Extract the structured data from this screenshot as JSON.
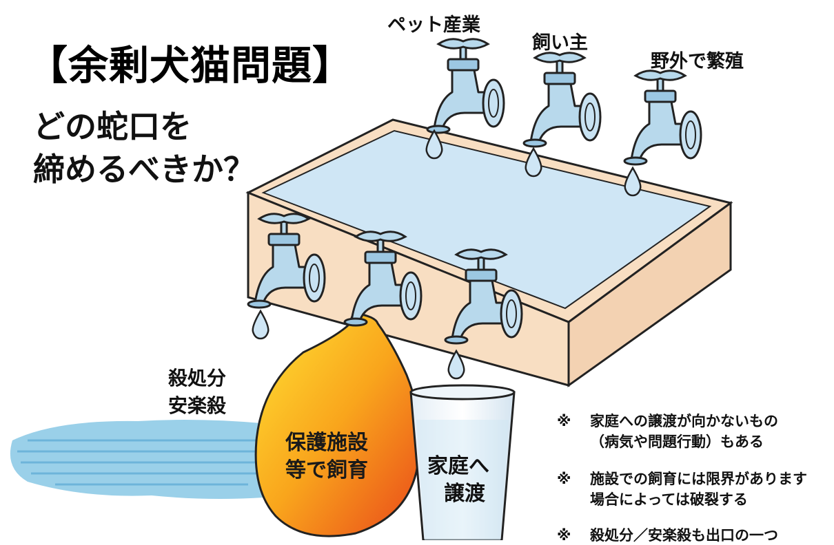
{
  "title": {
    "main": "【余剰犬猫問題】",
    "sub_line1": "どの蛇口を",
    "sub_line2": "締めるべきか？"
  },
  "inflow_faucets": [
    {
      "label": "ペット産業"
    },
    {
      "label": "飼い主"
    },
    {
      "label": "野外で繁殖"
    }
  ],
  "outflows": {
    "culling": {
      "line1": "殺処分",
      "line2": "安楽殺"
    },
    "shelter": {
      "line1": "保護施設",
      "line2": "等で飼育"
    },
    "home": {
      "line1": "家庭へ",
      "line2": "譲渡"
    }
  },
  "notes": [
    {
      "mark": "※",
      "line1": "家庭への譲渡が向かないもの",
      "line2": "（病気や問題行動）もある"
    },
    {
      "mark": "※",
      "line1": "施設での飼育には限界があります",
      "line2": "場合によっては破裂する"
    },
    {
      "mark": "※",
      "line1": "殺処分／安楽殺も出口の一つ",
      "line2": ""
    }
  ],
  "colors": {
    "tank_wood": "#f8dec2",
    "water": "#cfe6f5",
    "faucet": "#b8d9ec",
    "outline": "#222222",
    "balloon_top": "#ffd21a",
    "balloon_bottom": "#ee5a16",
    "puddle": "#7cc1e3"
  }
}
